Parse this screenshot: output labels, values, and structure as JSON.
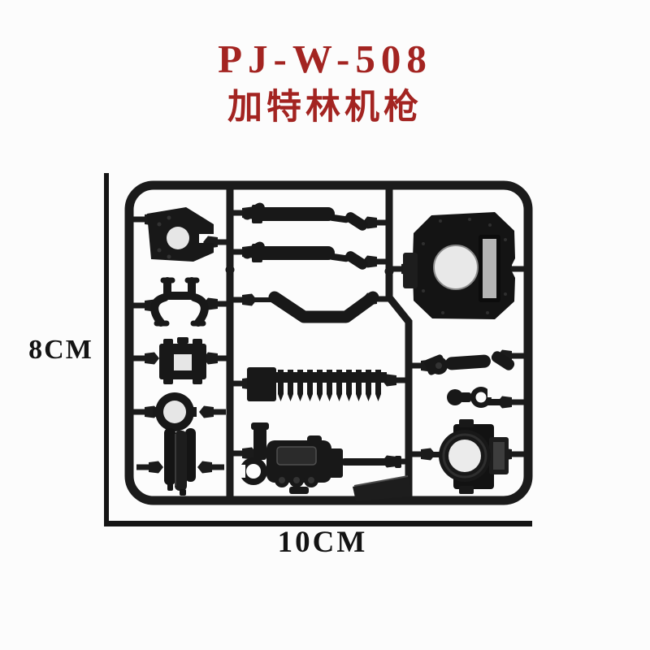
{
  "page": {
    "background": "#fcfcfc"
  },
  "header": {
    "model_code": "PJ-W-508",
    "product_name_cn": "加特林机枪",
    "text_color": "#a32421"
  },
  "measurements": {
    "height_label": "8CM",
    "width_label": "10CM",
    "line_color": "#151515"
  },
  "sprue": {
    "plastic_color": "#1b1b1b",
    "parts": [
      "mount-bracket",
      "fork-yoke",
      "square-frame-block",
      "ring-with-barrel-cluster",
      "barrel-assembly-upper",
      "barrel-assembly-lower",
      "bent-handle-bar",
      "ribbed-gatling-barrel",
      "gun-body-with-barrel",
      "flat-blade-plate",
      "octagonal-back-plate",
      "arm-link",
      "claw-grip",
      "ring-collar"
    ]
  }
}
